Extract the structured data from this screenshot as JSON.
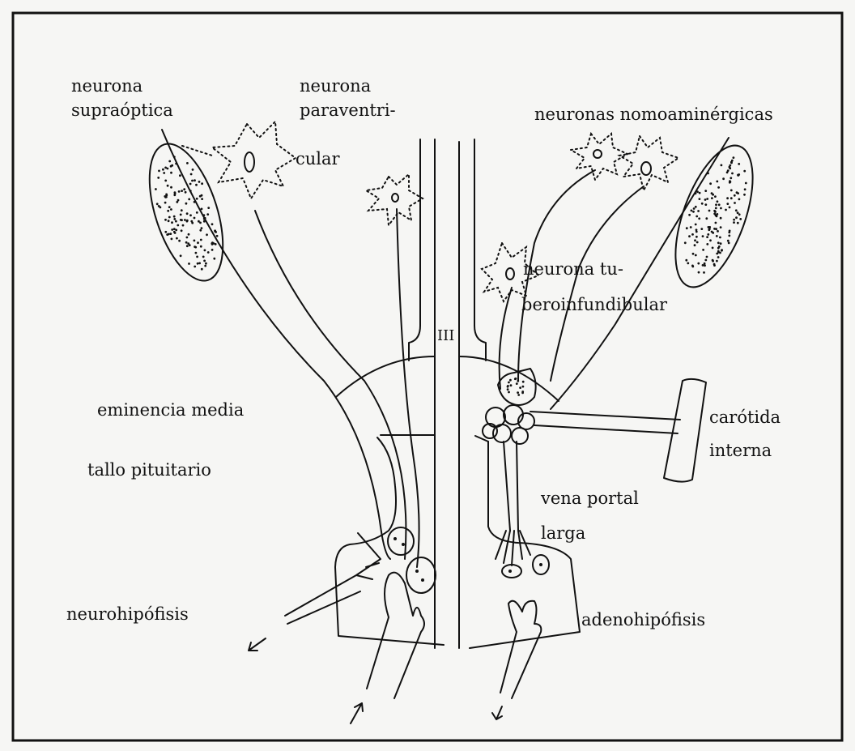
{
  "labels": {
    "neurona_supraoptica_1": "neurona",
    "neurona_supraoptica_2": "supraóptica",
    "neurona_paraventricular_1": "neurona",
    "neurona_paraventricular_2": "paraventri-",
    "neurona_paraventricular_3": "cular",
    "neuronas_monoaminergicas": "neuronas nomoaminérgicas",
    "neurona_tuberoinfundibular_1": "neurona tu-",
    "neurona_tuberoinfundibular_2": "beroinfundibular",
    "ventriculo": "III",
    "eminencia_media": "eminencia media",
    "tallo_pituitario": "tallo pituitario",
    "carotida_1": "carótida",
    "carotida_2": "interna",
    "vena_portal_1": "vena portal",
    "vena_portal_2": "larga",
    "neurohipofisis": "neurohipófisis",
    "adenohipofisis": "adenohipófisis"
  }
}
